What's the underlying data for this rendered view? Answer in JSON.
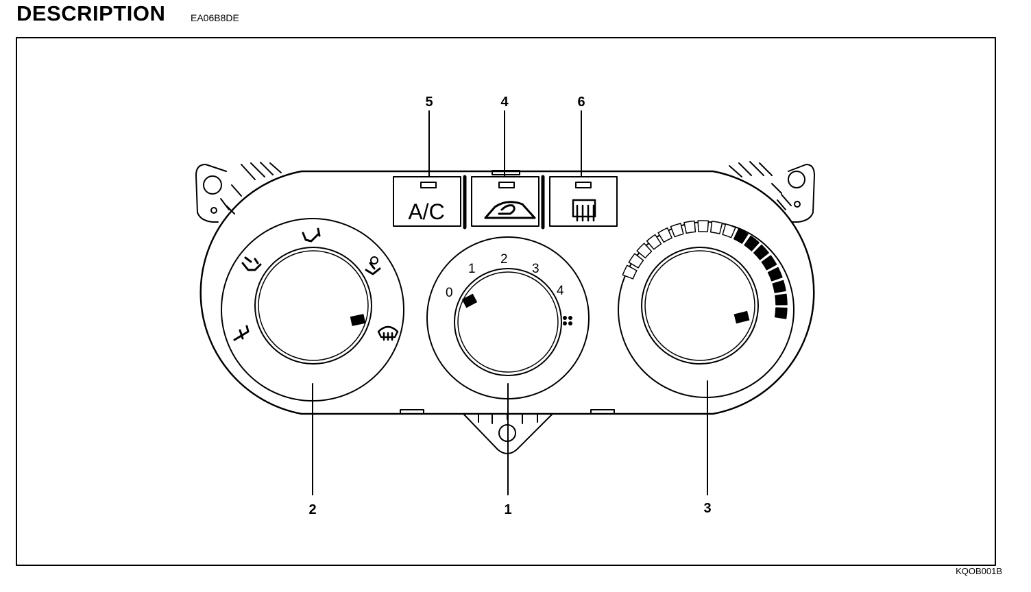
{
  "header": {
    "title": "DESCRIPTION",
    "code": "EA06B8DE"
  },
  "footer": {
    "figure_code": "KQOB001B"
  },
  "buttons": {
    "ac_label": "A/C"
  },
  "fan_dial": {
    "scale": [
      "0",
      "1",
      "2",
      "3",
      "4"
    ]
  },
  "callouts": [
    "1",
    "2",
    "3",
    "4",
    "5",
    "6"
  ],
  "icons": {
    "mode_vent": "face-vent-icon",
    "mode_bilevel": "bilevel-vent-icon",
    "mode_floor": "floor-vent-icon",
    "mode_floor_defrost": "floor-defrost-icon",
    "mode_defrost": "windshield-defrost-icon",
    "recirc": "recirculation-icon",
    "rear_defrost": "rear-defrost-icon",
    "fan": "fan-icon"
  }
}
